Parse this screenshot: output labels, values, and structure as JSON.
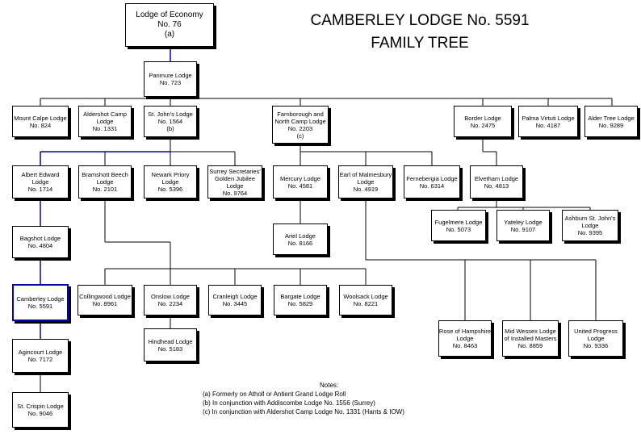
{
  "title_line1": "CAMBERLEY LODGE No. 5591",
  "title_line2": "FAMILY TREE",
  "colors": {
    "line": "#000000",
    "lineage": "#0000cc"
  },
  "lodges": {
    "economy": [
      "Lodge of Economy",
      "No. 76",
      "(a)"
    ],
    "panmure": [
      "Panmure Lodge",
      "No. 723"
    ],
    "mountcalpe": [
      "Mount Calpe Lodge",
      "No. 824"
    ],
    "aldershotcamp": [
      "Aldershot Camp",
      "Lodge",
      "No. 1331"
    ],
    "stjohns": [
      "St. John's Lodge",
      "No. 1564",
      "(b)"
    ],
    "farnborough": [
      "Farnborough and",
      "North Camp Lodge",
      "No. 2203",
      "(c)"
    ],
    "border": [
      "Border Lodge",
      "No. 2475"
    ],
    "palma": [
      "Palma Virtuti Lodge",
      "No. 4187"
    ],
    "aldertree": [
      "Alder Tree Lodge",
      "No. 9289"
    ],
    "albertedward": [
      "Albert Edward",
      "Lodge",
      "No. 1714"
    ],
    "bramshott": [
      "Bramshott Beech",
      "Lodge",
      "No. 2101"
    ],
    "newark": [
      "Newark Priory",
      "Lodge",
      "No. 5396"
    ],
    "surrey": [
      "Surrey Secretaries'",
      "Golden Jubilee",
      "Lodge",
      "No. 9764"
    ],
    "mercury": [
      "Mercury Lodge",
      "No. 4581"
    ],
    "malmesbury": [
      "Earl of Malmesbury",
      "Lodge",
      "No. 4919"
    ],
    "fernebergia": [
      "Fernebergia Lodge",
      "No. 6314"
    ],
    "elvetham": [
      "Elvetham Lodge",
      "No. 4813"
    ],
    "ariel": [
      "Ariel Lodge",
      "No. 8166"
    ],
    "fugelmere": [
      "Fugelmere Lodge",
      "No. 5073"
    ],
    "yateley": [
      "Yateley Lodge",
      "No. 9107"
    ],
    "ashburn": [
      "Ashburn St. John's",
      "Lodge",
      "No. 9395"
    ],
    "bagshot": [
      "Bagshot Lodge",
      "No. 4804"
    ],
    "camberley": [
      "Camberley Lodge",
      "No. 5591"
    ],
    "collingwood": [
      "Collingwood Lodge",
      "No. 8961"
    ],
    "onslow": [
      "Onslow Lodge",
      "No. 2234"
    ],
    "cranleigh": [
      "Cranleigh Lodge",
      "No. 3445"
    ],
    "bargate": [
      "Bargate Lodge",
      "No. 5829"
    ],
    "woolsack": [
      "Woolsack Lodge",
      "No. 8221"
    ],
    "hindhead": [
      "Hindhead Lodge",
      "No. 5183"
    ],
    "agincourt": [
      "Agincourt Lodge",
      "No. 7172"
    ],
    "stcrispin": [
      "St. Crispin Lodge",
      "No. 9046"
    ],
    "rose": [
      "Rose of Hampshire",
      "Lodge",
      "No. 8463"
    ],
    "midwessex": [
      "Mid Wessex Lodge",
      "of Installed Masters",
      "No. 8859"
    ],
    "unitedprogress": [
      "United Progress",
      "Lodge",
      "No. 9336"
    ]
  },
  "notes": {
    "heading": "Notes:",
    "a": "(a) Formerly on Atholl or Antient Grand Lodge Roll",
    "b": "(b) In conjunction with Addiscombe Lodge No. 1556 (Surrey)",
    "c": "(c) In conjunction with Aldershot Camp Lodge No. 1331 (Hants & IOW)"
  }
}
